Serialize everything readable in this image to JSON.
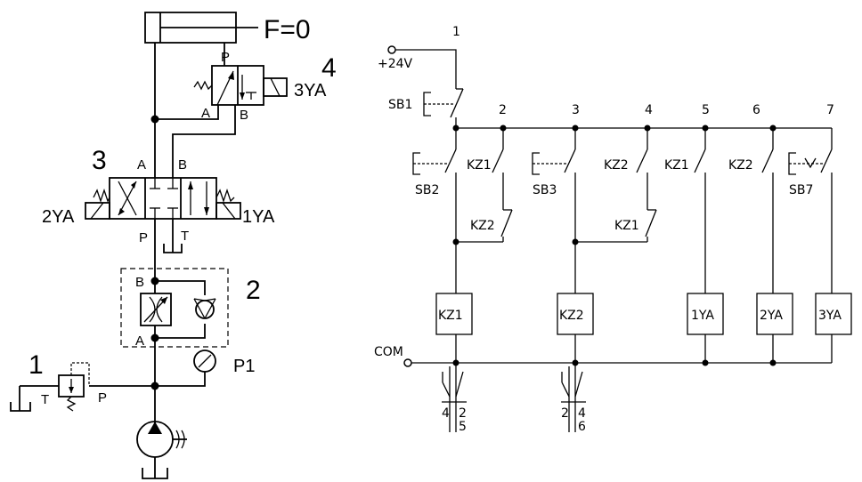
{
  "hydraulic": {
    "force_label": "F=0",
    "valve4": {
      "number": "4",
      "coil": "3YA",
      "port_p": "P",
      "port_a": "A",
      "port_b": "B"
    },
    "valve3": {
      "number": "3",
      "coil_left": "2YA",
      "coil_right": "1YA",
      "port_a": "A",
      "port_b": "B",
      "port_p": "P",
      "port_t": "T"
    },
    "flow_valve": {
      "number": "2",
      "port_b": "B",
      "port_a": "A"
    },
    "relief_valve": {
      "number": "1",
      "port_t": "T",
      "port_p": "P"
    },
    "gauge": {
      "label": "P1"
    }
  },
  "electrical": {
    "supply_label": "+24V",
    "com_label": "COM",
    "line_numbers": [
      "1",
      "2",
      "3",
      "4",
      "5",
      "6",
      "7"
    ],
    "buttons": {
      "sb1": "SB1",
      "sb2": "SB2",
      "sb3": "SB3",
      "sb7": "SB7"
    },
    "contacts": {
      "kz1_a": "KZ1",
      "kz2_a": "KZ2",
      "kz2_b": "KZ2",
      "kz1_b": "KZ1",
      "kz1_c": "KZ1",
      "kz2_c": "KZ2"
    },
    "coils": {
      "kz1": "KZ1",
      "kz2": "KZ2",
      "ya1": "1YA",
      "ya2": "2YA",
      "ya3": "3YA"
    },
    "cross_ref_kz1": {
      "left": "4",
      "mid": "2",
      "sub": "5"
    },
    "cross_ref_kz2": {
      "left": "2",
      "mid": "4",
      "sub": "6"
    }
  }
}
